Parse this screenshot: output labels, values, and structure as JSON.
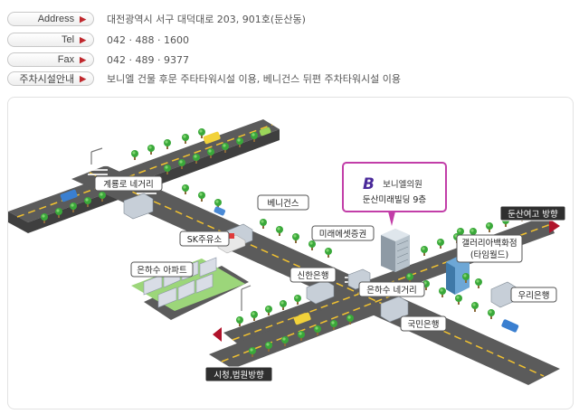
{
  "contact": [
    {
      "label": "Address",
      "value": "대전광역시 서구 대덕대로 203, 901호(둔산동)"
    },
    {
      "label": "Tel",
      "value": "042 · 488 · 1600"
    },
    {
      "label": "Fax",
      "value": "042 · 489 · 9377"
    },
    {
      "label": "주차시설안내",
      "value": "보니엘 건물 후문 주타타워시설 이용, 베니건스 뒤편 주차타워시설 이용"
    }
  ],
  "map": {
    "clinic_name": "보니엘의원",
    "clinic_logo_letter": "B",
    "clinic_address": "둔산미래빌딩 9층",
    "labels": {
      "gyeryong": "계룡로 네거리",
      "bennigans": "베니건스",
      "sk": "SK주유소",
      "mirae": "미래에셋증권",
      "galleria": "갤러리아백화점",
      "timeworld": "(타임월드)",
      "dunsan_dir": "둔산여고 방향",
      "eunhasu_apt": "은하수 아파트",
      "shinhan": "신한은행",
      "eunhasu_cross": "은하수 네거리",
      "woori": "우리은행",
      "kookmin": "국민은행",
      "cityhall_dir": "시청,법원방향"
    }
  }
}
